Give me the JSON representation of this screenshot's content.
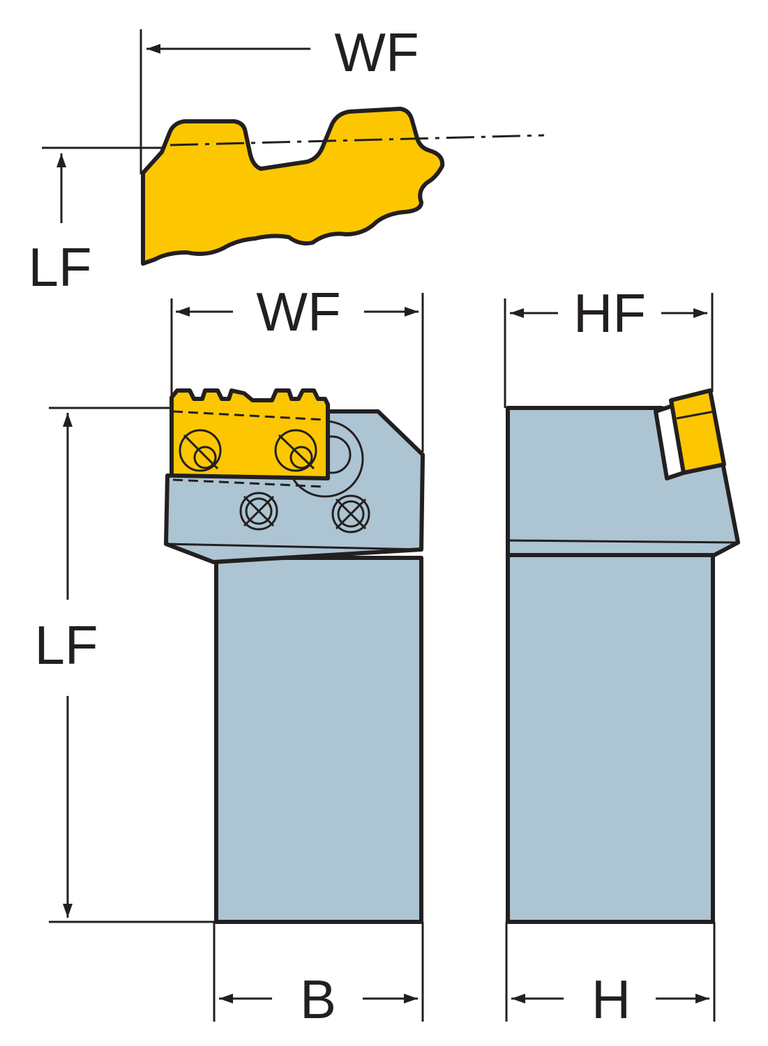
{
  "labels": {
    "insert_wf": "WF",
    "insert_lf": "LF",
    "holder_wf": "WF",
    "holder_lf": "LF",
    "side_hf": "HF",
    "shank_b": "B",
    "shank_h": "H"
  },
  "colors": {
    "insert_fill": "#fcc700",
    "holder_fill": "#adc4d2",
    "outline": "#231f20",
    "background": "#ffffff"
  }
}
